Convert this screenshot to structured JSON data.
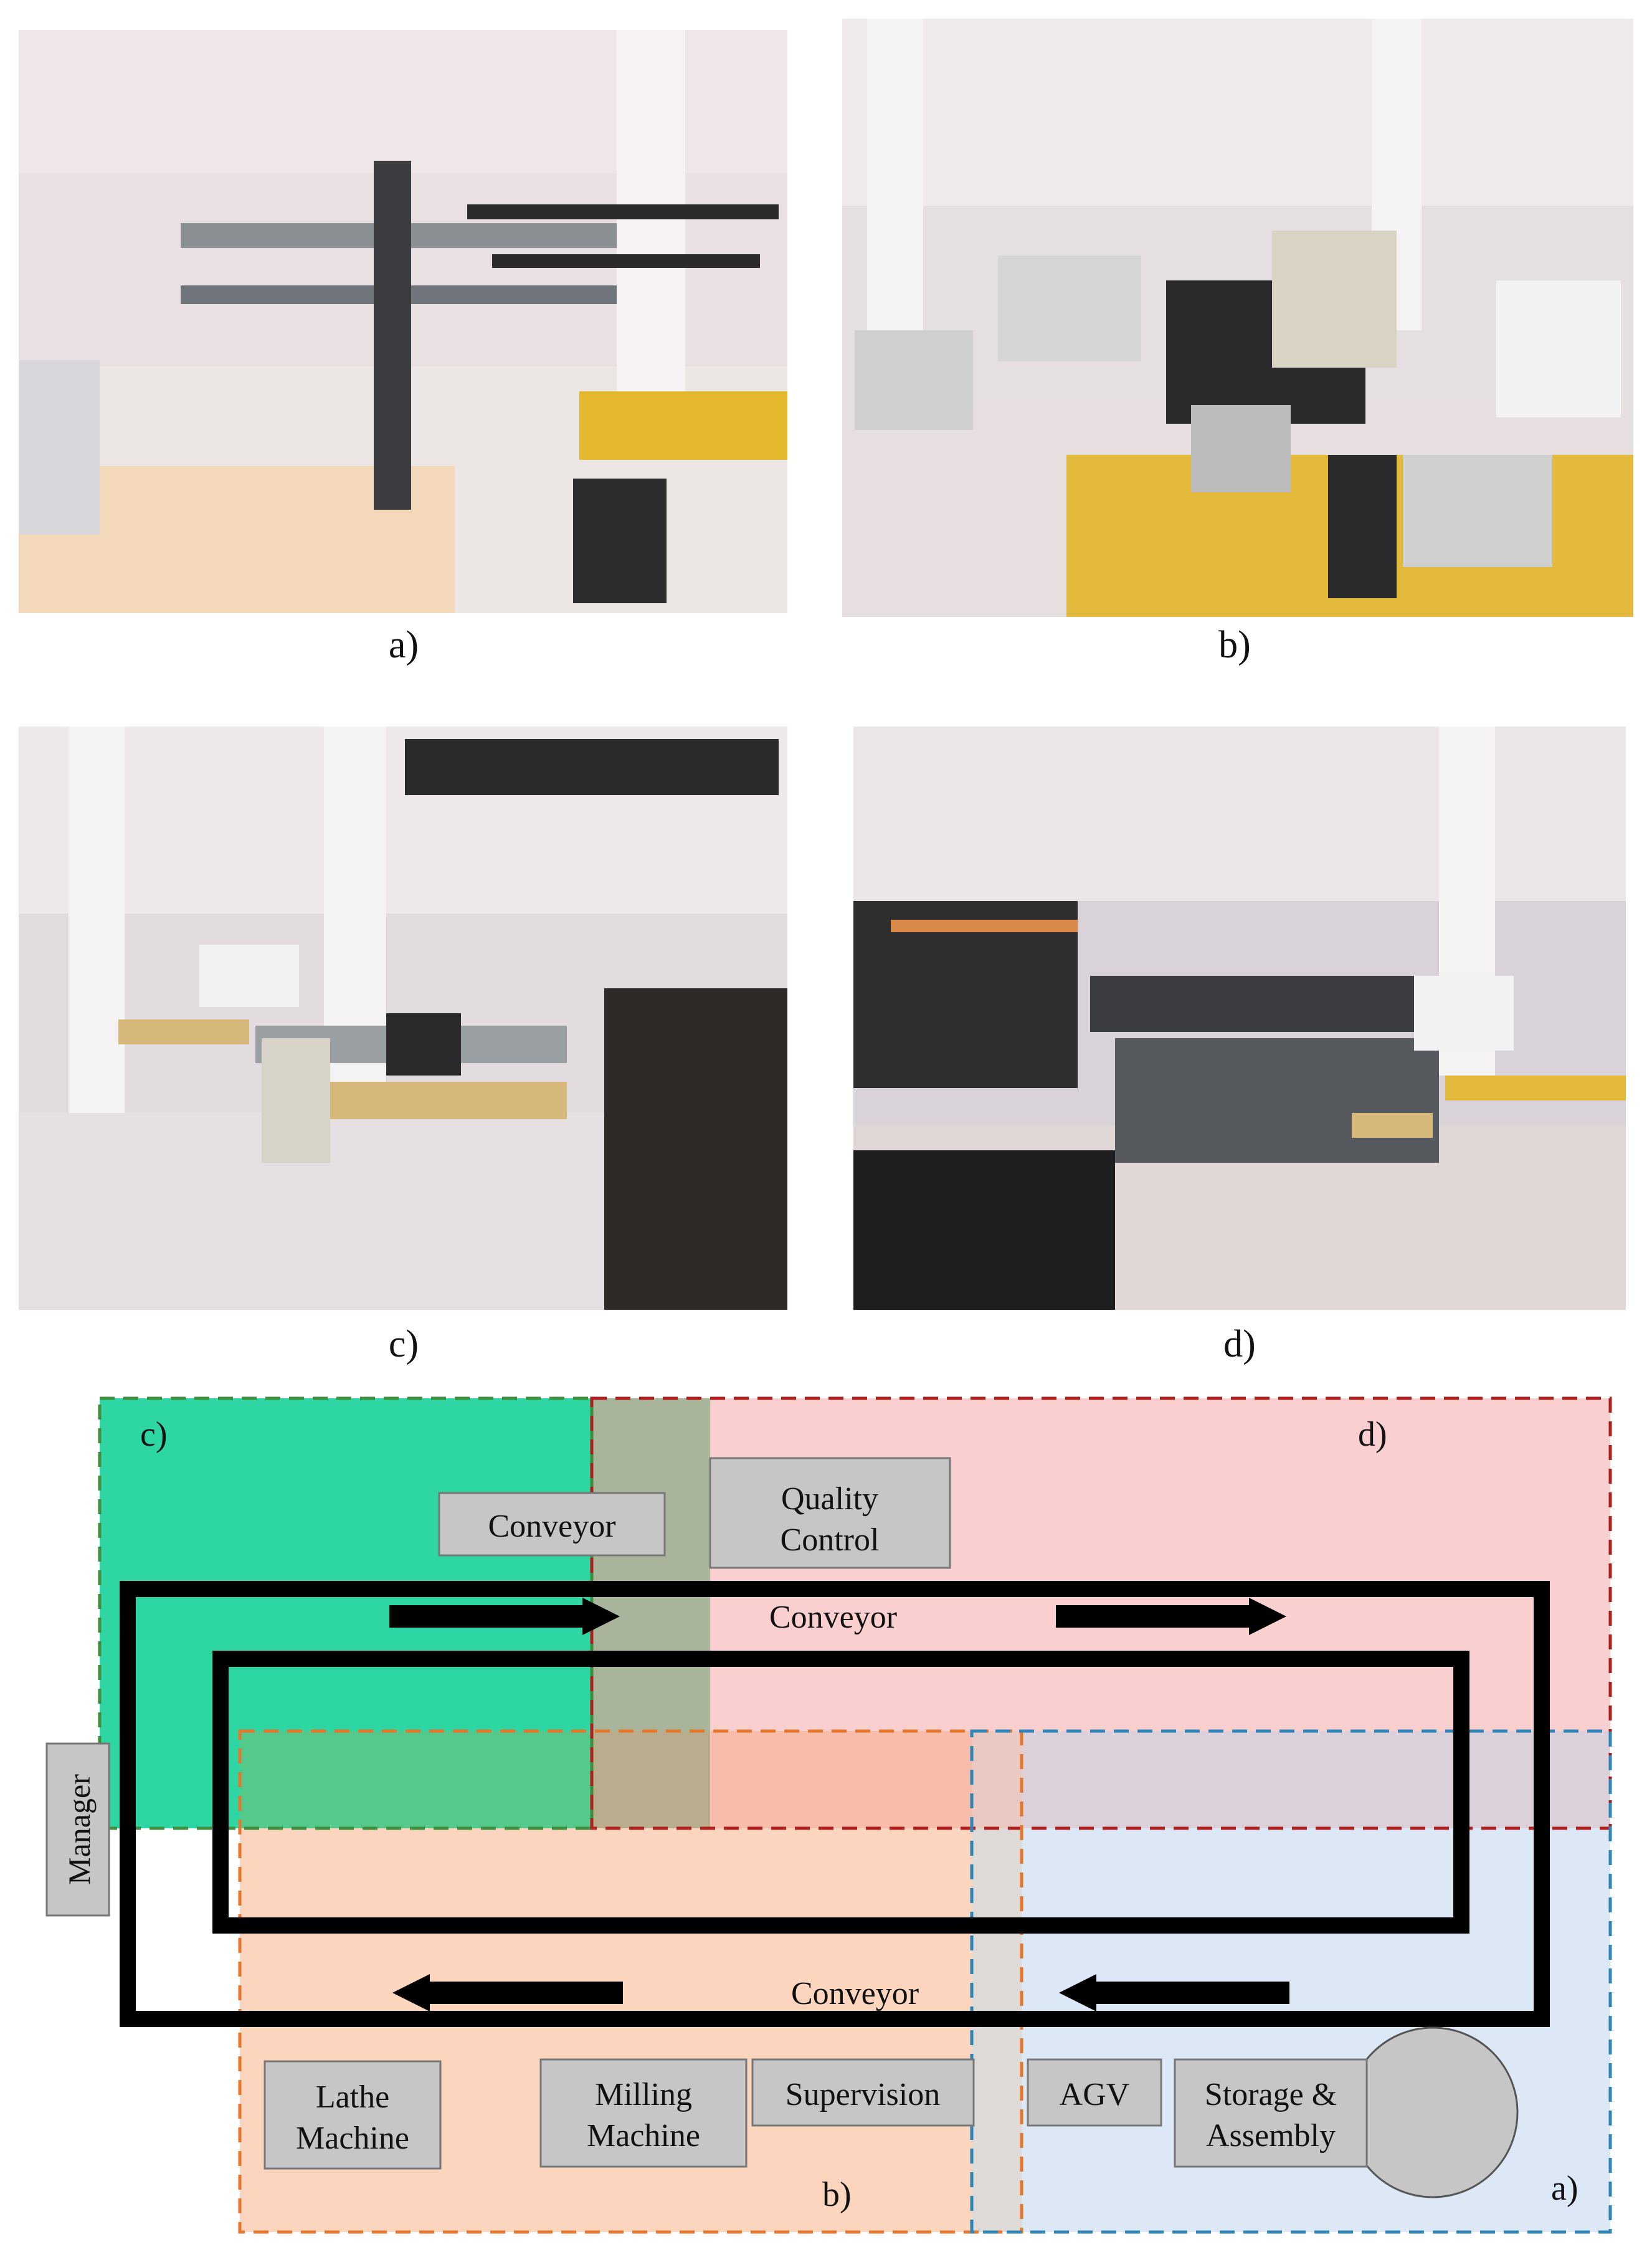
{
  "photos": [
    {
      "caption": "a)"
    },
    {
      "caption": "b)"
    },
    {
      "caption": "c)"
    },
    {
      "caption": "d)"
    }
  ],
  "diagram": {
    "zone_labels": {
      "c": "c)",
      "d": "d)",
      "b": "b)",
      "a": "a)"
    },
    "conveyor_box": "Conveyor",
    "quality_control": [
      "Quality",
      "Control"
    ],
    "conveyor_top": "Conveyor",
    "conveyor_bottom": "Conveyor",
    "manager": "Manager",
    "lathe": [
      "Lathe",
      "Machine"
    ],
    "milling": [
      "Milling",
      "Machine"
    ],
    "supervision": "Supervision",
    "agv": "AGV",
    "storage": [
      "Storage &",
      "Assembly"
    ]
  },
  "colors": {
    "zone_c": "#2ed6a3",
    "zone_d": "#f9cfcf",
    "zone_b": "#fbd5bd",
    "zone_a": "#dce8f5",
    "box": "#c6c6c6",
    "track": "#000000"
  }
}
